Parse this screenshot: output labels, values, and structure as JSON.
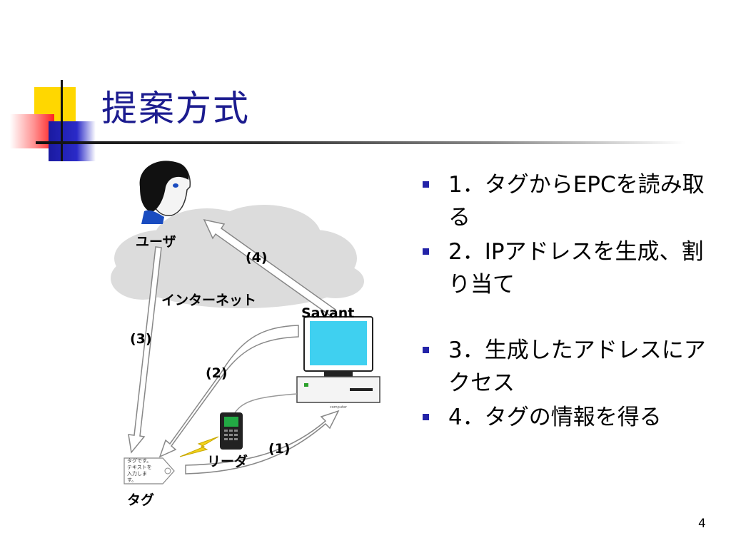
{
  "slide": {
    "title": "提案方式",
    "page_number": "4"
  },
  "diagram": {
    "labels": {
      "user": "ユーザ",
      "internet": "インターネット",
      "savant": "Savant",
      "reader": "リーダ",
      "tag": "タグ",
      "step1": "(1)",
      "step2": "(2)",
      "step3": "(3)",
      "step4": "(4)"
    },
    "tag_text": "タグです。\nテキストを\n入力しま\nす。",
    "computer_caption": "computer",
    "colors": {
      "cloud": "#dcdcdc",
      "monitor_screen": "#3fd0f0",
      "user_eye": "#1a4cc0",
      "lightning": "#f2d21c"
    },
    "icons": [
      "user-icon",
      "cloud-icon",
      "computer-icon",
      "reader-icon",
      "tag-icon",
      "lightning-icon"
    ]
  },
  "bullets": [
    {
      "text": "1．タグからEPCを読み取る"
    },
    {
      "text": "2．IPアドレスを生成、割り当て"
    },
    {
      "text": "3．生成したアドレスにアクセス"
    },
    {
      "text": "4．タグの情報を得る"
    }
  ],
  "colors": {
    "title": "#1c1c8f",
    "bullet_marker": "#2323a8",
    "accent_yellow": "#ffd700",
    "accent_red": "#ff2020",
    "accent_blue": "#2a2ac8"
  }
}
